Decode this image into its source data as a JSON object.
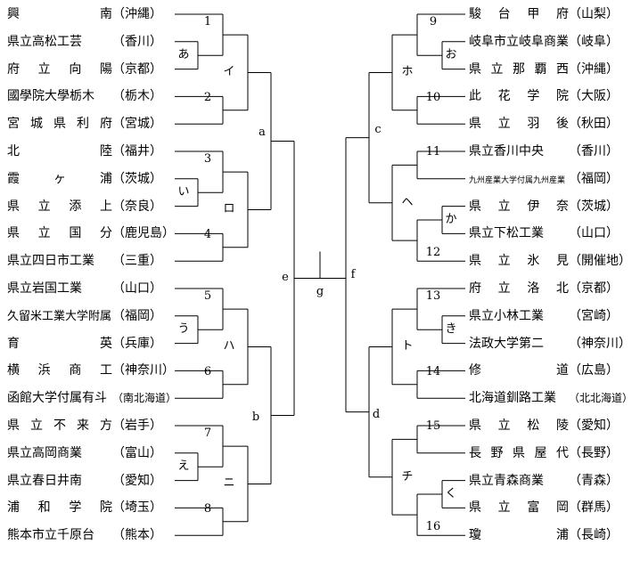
{
  "left_teams": [
    {
      "name": "興南",
      "pref": "（沖縄）"
    },
    {
      "name": "県立高松工芸",
      "pref": "（香川）"
    },
    {
      "name": "府立向陽",
      "pref": "（京都）"
    },
    {
      "name": "國學院大學栃木",
      "pref": "（栃木）"
    },
    {
      "name": "宮城県利府",
      "pref": "（宮城）"
    },
    {
      "name": "北陸",
      "pref": "（福井）"
    },
    {
      "name": "霞ヶ浦",
      "pref": "（茨城）"
    },
    {
      "name": "県立添上",
      "pref": "（奈良）"
    },
    {
      "name": "県立国分",
      "pref": "（鹿児島）"
    },
    {
      "name": "県立四日市工業",
      "pref": "（三重）"
    },
    {
      "name": "県立岩国工業",
      "pref": "（山口）"
    },
    {
      "name": "久留米工業大学附属",
      "pref": "（福岡）"
    },
    {
      "name": "育英",
      "pref": "（兵庫）"
    },
    {
      "name": "横浜商工",
      "pref": "（神奈川）"
    },
    {
      "name": "函館大学付属有斗",
      "pref": "（南北海道）"
    },
    {
      "name": "県立不来方",
      "pref": "（岩手）"
    },
    {
      "name": "県立高岡商業",
      "pref": "（富山）"
    },
    {
      "name": "県立春日井南",
      "pref": "（愛知）"
    },
    {
      "name": "浦和学院",
      "pref": "（埼玉）"
    },
    {
      "name": "熊本市立千原台",
      "pref": "（熊本）"
    }
  ],
  "right_teams": [
    {
      "name": "駿台甲府",
      "pref": "（山梨）"
    },
    {
      "name": "岐阜市立岐阜商業",
      "pref": "（岐阜）"
    },
    {
      "name": "県立那覇西",
      "pref": "（沖縄）"
    },
    {
      "name": "此花学院",
      "pref": "（大阪）"
    },
    {
      "name": "県立羽後",
      "pref": "（秋田）"
    },
    {
      "name": "県立香川中央",
      "pref": "（香川）"
    },
    {
      "name": "九州産業大学付属九州産業",
      "pref": "（福岡）"
    },
    {
      "name": "県立伊奈",
      "pref": "（茨城）"
    },
    {
      "name": "県立下松工業",
      "pref": "（山口）"
    },
    {
      "name": "県立氷見",
      "pref": "（開催地）"
    },
    {
      "name": "府立洛北",
      "pref": "（京都）"
    },
    {
      "name": "県立小林工業",
      "pref": "（宮崎）"
    },
    {
      "name": "法政大学第二",
      "pref": "（神奈川）"
    },
    {
      "name": "修道",
      "pref": "（広島）"
    },
    {
      "name": "北海道釧路工業",
      "pref": "（北北海道）"
    },
    {
      "name": "県立松陵",
      "pref": "（愛知）"
    },
    {
      "name": "長野県屋代",
      "pref": "（長野）"
    },
    {
      "name": "県立青森商業",
      "pref": "（青森）"
    },
    {
      "name": "県立富岡",
      "pref": "（群馬）"
    },
    {
      "name": "瓊浦",
      "pref": "（長崎）"
    }
  ],
  "match_labels": {
    "l1": "1",
    "l2": "2",
    "l3": "3",
    "l4": "4",
    "l5": "5",
    "l6": "6",
    "l7": "7",
    "l8": "8",
    "r9": "9",
    "r10": "10",
    "r11": "11",
    "r12": "12",
    "r13": "13",
    "r14": "14",
    "r15": "15",
    "r16": "16",
    "la": "あ",
    "li": "い",
    "lu": "う",
    "le": "え",
    "ro": "お",
    "rk": "か",
    "rki": "き",
    "rku": "く",
    "lI": "イ",
    "lRo": "ロ",
    "lHa": "ハ",
    "lNi": "ニ",
    "rHo": "ホ",
    "rHe": "ヘ",
    "rTo": "ト",
    "rChi": "チ",
    "a": "a",
    "b": "b",
    "c": "c",
    "d": "d",
    "e": "e",
    "f": "f",
    "g": "g"
  }
}
